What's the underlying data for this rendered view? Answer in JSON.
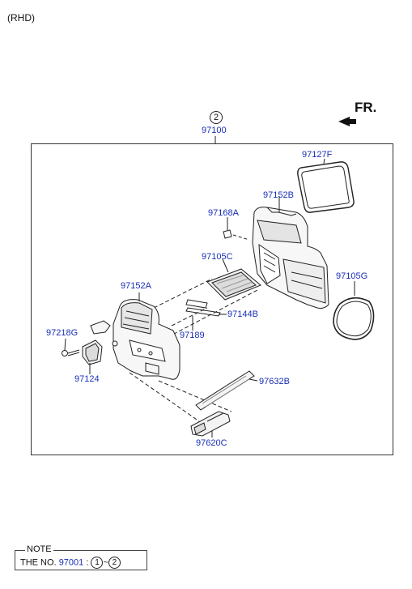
{
  "header": {
    "variant": "(RHD)"
  },
  "assembly": {
    "ref_number": "2",
    "part_no": "97100"
  },
  "orientation": {
    "label": "FR."
  },
  "parts": {
    "p97127F": "97127F",
    "p97152B": "97152B",
    "p97168A": "97168A",
    "p97105C": "97105C",
    "p97105G": "97105G",
    "p97152A": "97152A",
    "p97144B": "97144B",
    "p97218G": "97218G",
    "p97189": "97189",
    "p97124": "97124",
    "p97632B": "97632B",
    "p97620C": "97620C"
  },
  "note": {
    "title": "NOTE",
    "prefix": "THE NO.",
    "part_no": "97001",
    "colon": ":",
    "range_start": "1",
    "tilde": "~",
    "range_end": "2"
  },
  "colors": {
    "part_label": "#1a2fb8",
    "line": "#222222"
  }
}
